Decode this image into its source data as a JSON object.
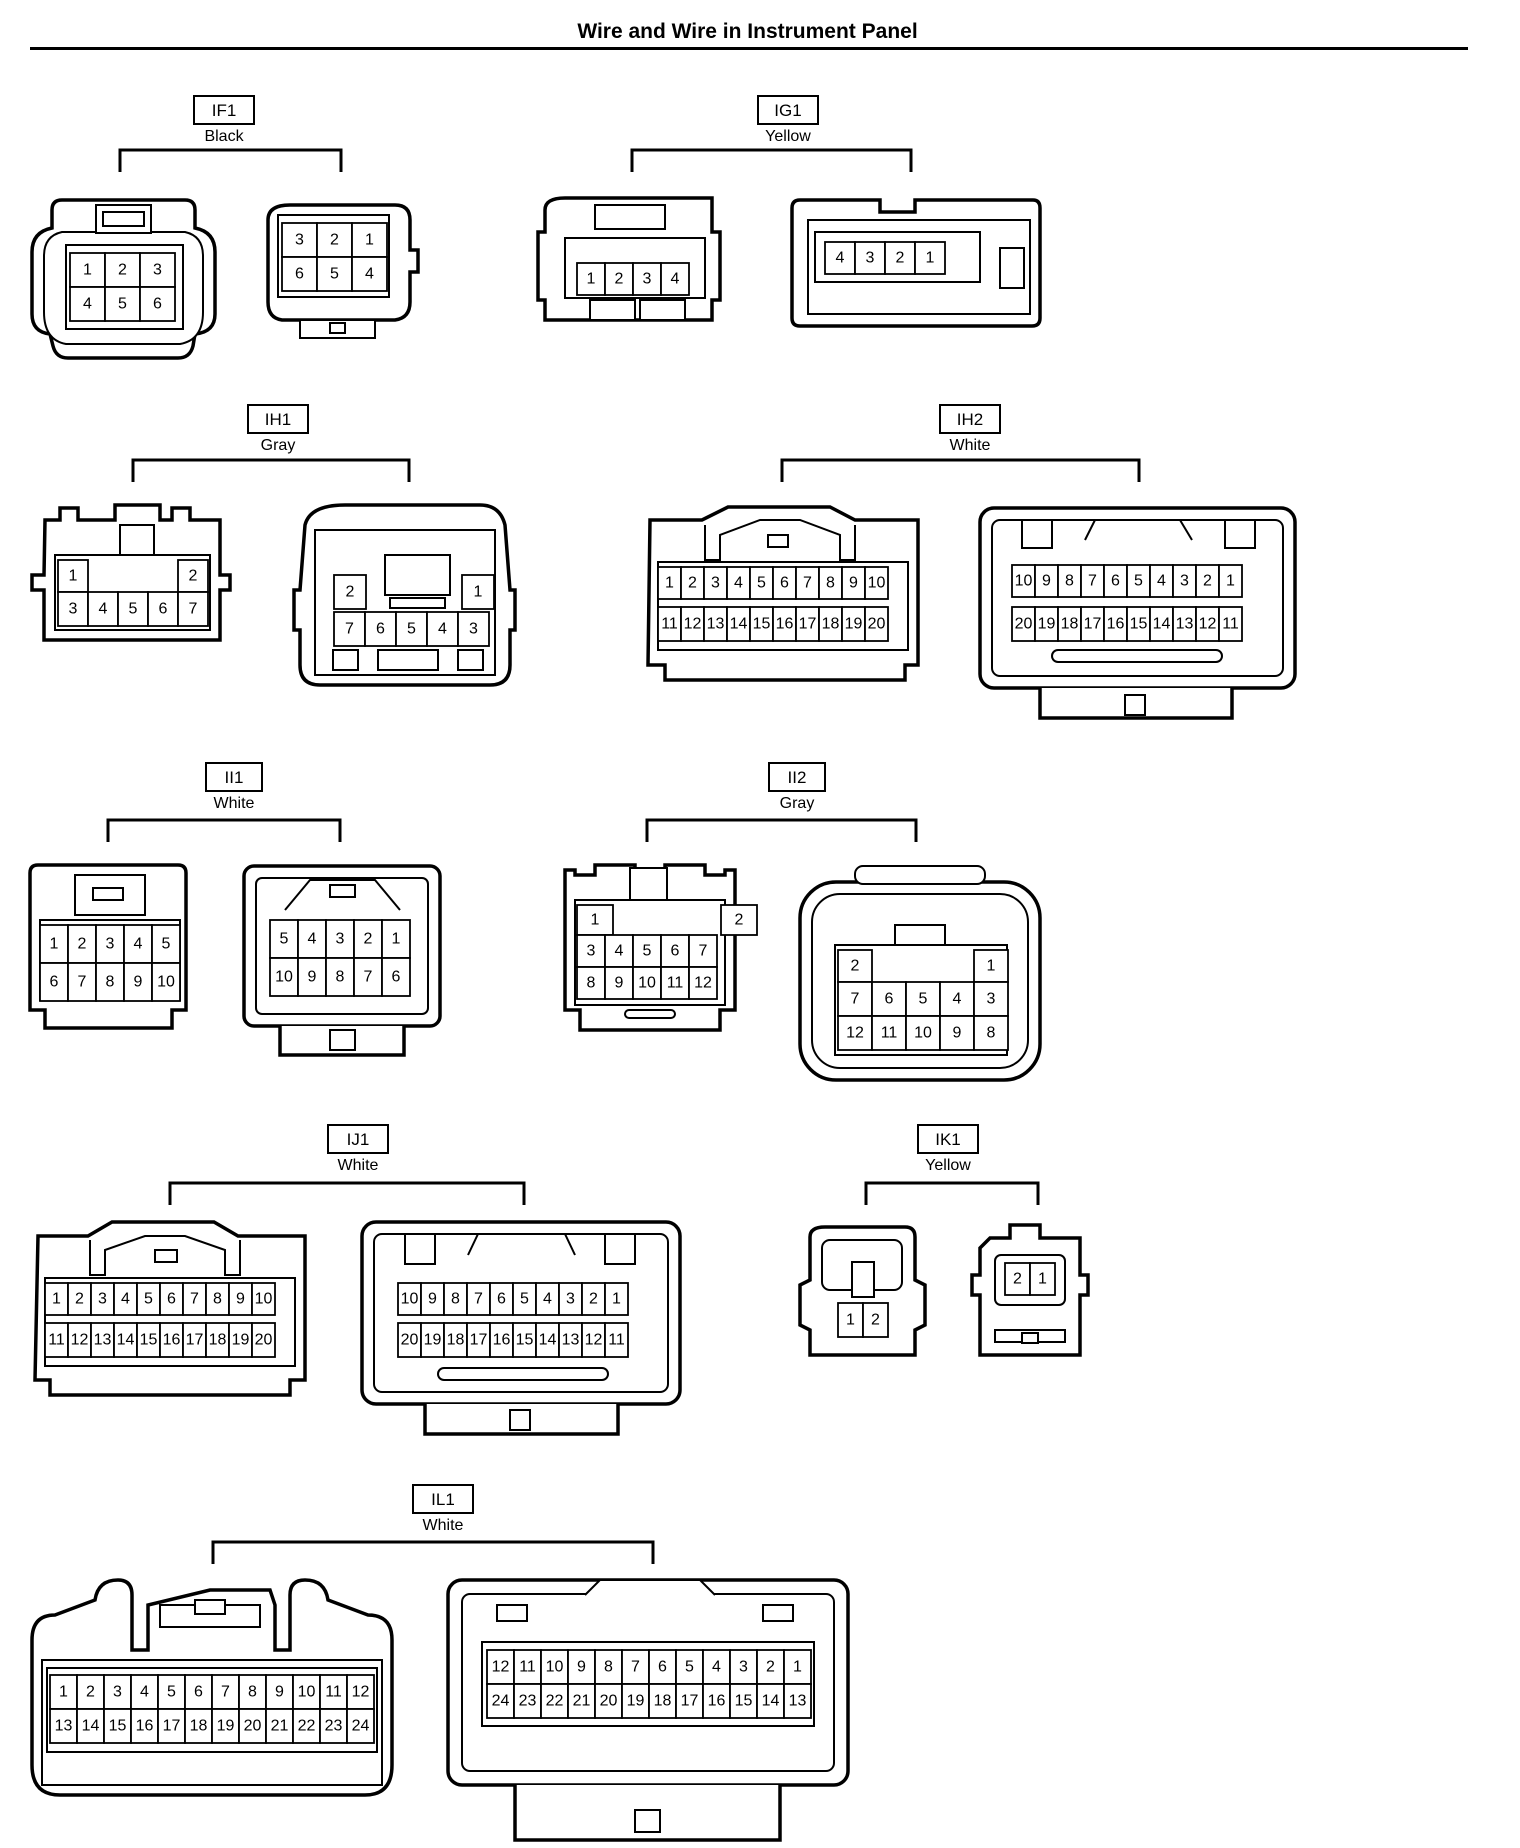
{
  "page": {
    "title": "Wire and Wire in Instrument Panel"
  },
  "connectors": [
    {
      "id": "IF1",
      "color": "Black",
      "views": [
        {
          "rows": [
            [
              "1",
              "2",
              "3"
            ],
            [
              "4",
              "5",
              "6"
            ]
          ]
        },
        {
          "rows": [
            [
              "3",
              "2",
              "1"
            ],
            [
              "6",
              "5",
              "4"
            ]
          ]
        }
      ]
    },
    {
      "id": "IG1",
      "color": "Yellow",
      "views": [
        {
          "rows": [
            [
              "1",
              "2",
              "3",
              "4"
            ]
          ]
        },
        {
          "rows": [
            [
              "4",
              "3",
              "2",
              "1"
            ]
          ]
        }
      ]
    },
    {
      "id": "IH1",
      "color": "Gray",
      "views": [
        {
          "rows": [
            [
              "1",
              "2"
            ],
            [
              "3",
              "4",
              "5",
              "6",
              "7"
            ]
          ]
        },
        {
          "rows": [
            [
              "2",
              "1"
            ],
            [
              "7",
              "6",
              "5",
              "4",
              "3"
            ]
          ]
        }
      ]
    },
    {
      "id": "IH2",
      "color": "White",
      "views": [
        {
          "rows": [
            [
              "1",
              "2",
              "3",
              "4",
              "5",
              "6",
              "7",
              "8",
              "9",
              "10"
            ],
            [
              "11",
              "12",
              "13",
              "14",
              "15",
              "16",
              "17",
              "18",
              "19",
              "20"
            ]
          ]
        },
        {
          "rows": [
            [
              "10",
              "9",
              "8",
              "7",
              "6",
              "5",
              "4",
              "3",
              "2",
              "1"
            ],
            [
              "20",
              "19",
              "18",
              "17",
              "16",
              "15",
              "14",
              "13",
              "12",
              "11"
            ]
          ]
        }
      ]
    },
    {
      "id": "II1",
      "color": "White",
      "views": [
        {
          "rows": [
            [
              "1",
              "2",
              "3",
              "4",
              "5"
            ],
            [
              "6",
              "7",
              "8",
              "9",
              "10"
            ]
          ]
        },
        {
          "rows": [
            [
              "5",
              "4",
              "3",
              "2",
              "1"
            ],
            [
              "10",
              "9",
              "8",
              "7",
              "6"
            ]
          ]
        }
      ]
    },
    {
      "id": "II2",
      "color": "Gray",
      "views": [
        {
          "rows": [
            [
              "1",
              "2"
            ],
            [
              "3",
              "4",
              "5",
              "6",
              "7"
            ],
            [
              "8",
              "9",
              "10",
              "11",
              "12"
            ]
          ]
        },
        {
          "rows": [
            [
              "2",
              "1"
            ],
            [
              "7",
              "6",
              "5",
              "4",
              "3"
            ],
            [
              "12",
              "11",
              "10",
              "9",
              "8"
            ]
          ]
        }
      ]
    },
    {
      "id": "IJ1",
      "color": "White",
      "views": [
        {
          "rows": [
            [
              "1",
              "2",
              "3",
              "4",
              "5",
              "6",
              "7",
              "8",
              "9",
              "10"
            ],
            [
              "11",
              "12",
              "13",
              "14",
              "15",
              "16",
              "17",
              "18",
              "19",
              "20"
            ]
          ]
        },
        {
          "rows": [
            [
              "10",
              "9",
              "8",
              "7",
              "6",
              "5",
              "4",
              "3",
              "2",
              "1"
            ],
            [
              "20",
              "19",
              "18",
              "17",
              "16",
              "15",
              "14",
              "13",
              "12",
              "11"
            ]
          ]
        }
      ]
    },
    {
      "id": "IK1",
      "color": "Yellow",
      "views": [
        {
          "rows": [
            [
              "1",
              "2"
            ]
          ]
        },
        {
          "rows": [
            [
              "2",
              "1"
            ]
          ]
        }
      ]
    },
    {
      "id": "IL1",
      "color": "White",
      "views": [
        {
          "rows": [
            [
              "1",
              "2",
              "3",
              "4",
              "5",
              "6",
              "7",
              "8",
              "9",
              "10",
              "11",
              "12"
            ],
            [
              "13",
              "14",
              "15",
              "16",
              "17",
              "18",
              "19",
              "20",
              "21",
              "22",
              "23",
              "24"
            ]
          ]
        },
        {
          "rows": [
            [
              "12",
              "11",
              "10",
              "9",
              "8",
              "7",
              "6",
              "5",
              "4",
              "3",
              "2",
              "1"
            ],
            [
              "24",
              "23",
              "22",
              "21",
              "20",
              "19",
              "18",
              "17",
              "16",
              "15",
              "14",
              "13"
            ]
          ]
        }
      ]
    }
  ]
}
